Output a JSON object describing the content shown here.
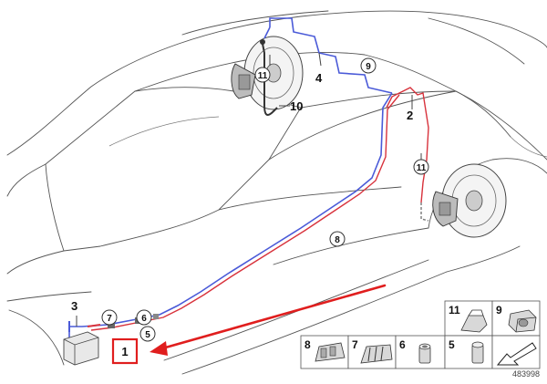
{
  "callouts": {
    "c1": "1",
    "c2": "2",
    "c3": "3",
    "c4": "4",
    "c10": "10"
  },
  "circled": {
    "n11_front": "11",
    "n9": "9",
    "n11_rear": "11",
    "n8": "8",
    "n7": "7",
    "n6": "6",
    "n5": "5"
  },
  "legend": {
    "cell_11": "11",
    "cell_9": "9",
    "cell_8": "8",
    "cell_7": "7",
    "cell_6": "6",
    "cell_5": "5"
  },
  "diagram_id": "483998",
  "colors": {
    "wire_blue": "#4a5ad8",
    "wire_red": "#d8323c",
    "arrow_red": "#e01e1e",
    "outline": "#555555"
  }
}
